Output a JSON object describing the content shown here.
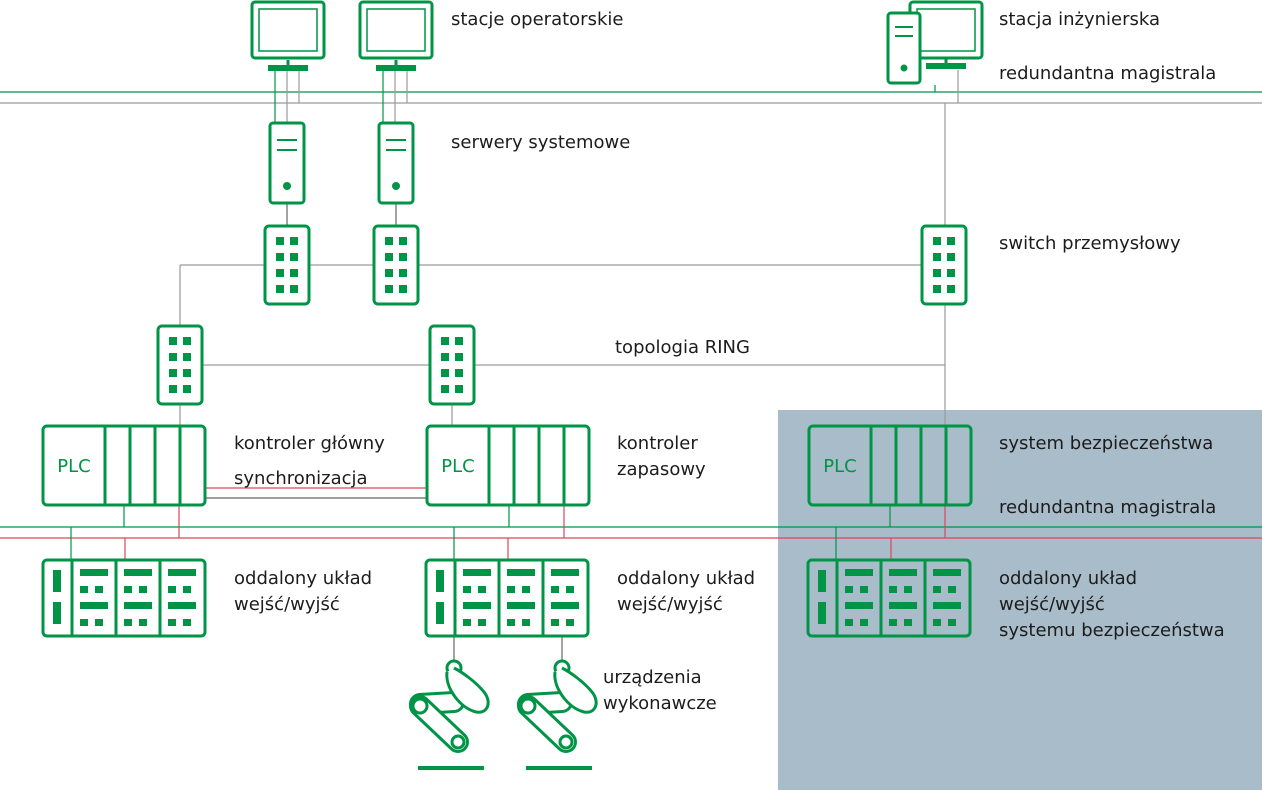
{
  "colors": {
    "green": "#009447",
    "gray_line": "#9a9a9a",
    "red_line": "#d9475a",
    "dark_line": "#666666",
    "safety_zone": "#a9bcc9",
    "text": "#1c1c1c"
  },
  "labels": {
    "operator_stations": "stacje operatorskie",
    "engineering_station": "stacja inżynierska",
    "redundant_bus_top": "redundantna magistrala",
    "system_servers": "serwery systemowe",
    "industrial_switch": "switch przemysłowy",
    "ring_topology": "topologia RING",
    "main_controller": "kontroler główny",
    "synchronization": "synchronizacja",
    "backup_controller_1": "kontroler",
    "backup_controller_2": "zapasowy",
    "safety_system": "system bezpieczeństwa",
    "redundant_bus_bottom": "redundantna magistrala",
    "remote_io_left_1": "oddalony układ",
    "remote_io_left_2": "wejść/wyjść",
    "remote_io_mid_1": "oddalony układ",
    "remote_io_mid_2": "wejść/wyjść",
    "remote_io_right_1": "oddalony układ",
    "remote_io_right_2": "wejść/wyjść",
    "remote_io_right_3": "systemu bezpieczeństwa",
    "actuators_1": "urządzenia",
    "actuators_2": "wykonawcze"
  },
  "plc_label": "PLC",
  "icons": [
    "monitor-icon",
    "workstation-icon",
    "server-icon",
    "switch-icon",
    "plc-icon",
    "io-module-icon",
    "robot-arm-icon"
  ]
}
